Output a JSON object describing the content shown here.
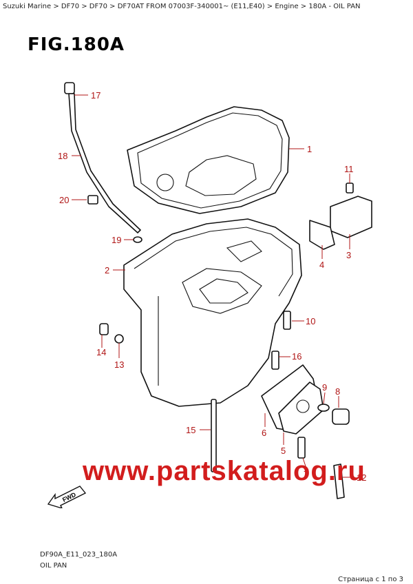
{
  "breadcrumb": "Suzuki Marine > DF70 > DF70 > DF70AT FROM 07003F-340001~ (E11,E40) > Engine > 180A - OIL PAN",
  "figure": {
    "title": "FIG.180A",
    "code": "DF90A_E11_023_180A",
    "caption": "OIL PAN"
  },
  "callouts": [
    "1",
    "2",
    "3",
    "4",
    "5",
    "6",
    "7",
    "8",
    "9",
    "10",
    "11",
    "12",
    "13",
    "14",
    "15",
    "16",
    "17",
    "18",
    "19",
    "20"
  ],
  "fwd_label": "FWD",
  "watermark": "www.partskatalog.ru",
  "pager": "Страница с 1 по 3",
  "colors": {
    "callout": "#b01515",
    "watermark": "#d21d1d"
  }
}
